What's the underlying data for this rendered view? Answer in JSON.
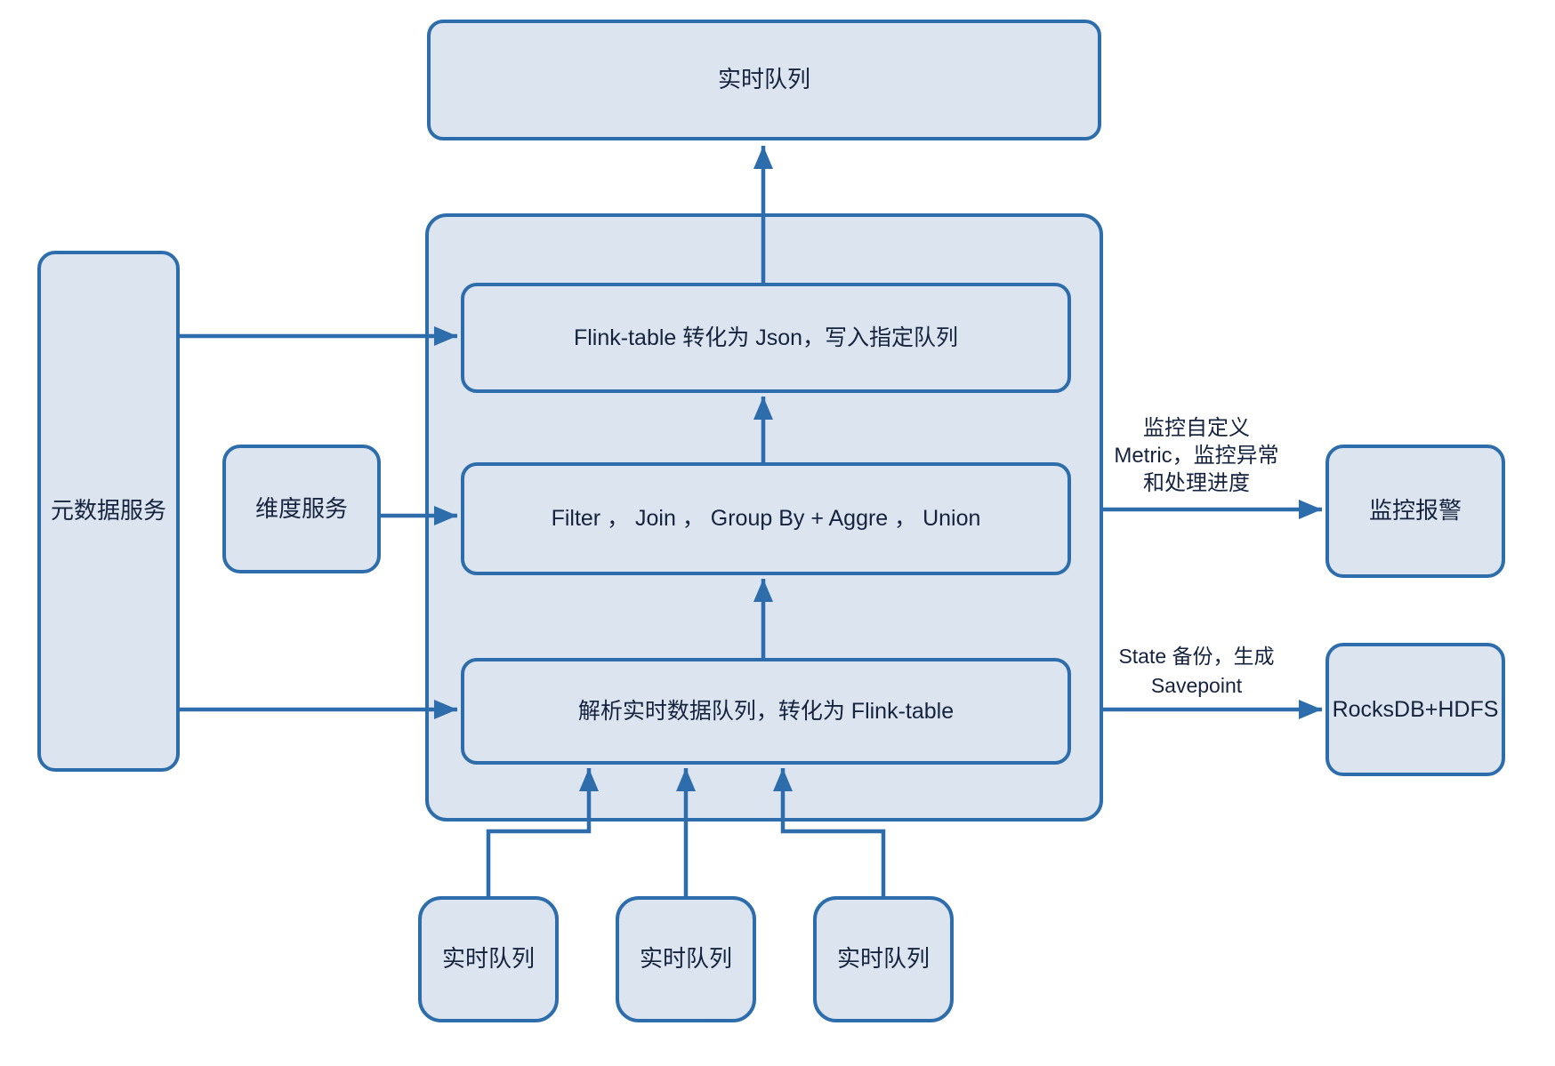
{
  "diagram": {
    "colors": {
      "border": "#2e6dab",
      "fill": "#dce4ef",
      "text": "#15233f",
      "background": "#ffffff"
    },
    "nodes": {
      "top_queue": {
        "label": "实时队列"
      },
      "flink_to_json": {
        "label": "Flink-table 转化为 Json，写入指定队列"
      },
      "operators": {
        "label": "Filter ， Join ， Group By + Aggre ， Union"
      },
      "parse_queue": {
        "label": "解析实时数据队列，转化为 Flink-table"
      },
      "metadata_service": {
        "label": "元数据服务"
      },
      "dimension_service": {
        "label": "维度服务"
      },
      "monitor_alarm": {
        "label": "监控报警"
      },
      "rocksdb_hdfs": {
        "label": "RocksDB+HDFS"
      },
      "bottom_queue_1": {
        "label": "实时队列"
      },
      "bottom_queue_2": {
        "label": "实时队列"
      },
      "bottom_queue_3": {
        "label": "实时队列"
      }
    },
    "edge_labels": {
      "monitor_line1": "监控自定义",
      "monitor_line2": "Metric，监控异常",
      "monitor_line3": "和处理进度",
      "state_line1": "State 备份，生成",
      "state_line2": "Savepoint"
    }
  }
}
